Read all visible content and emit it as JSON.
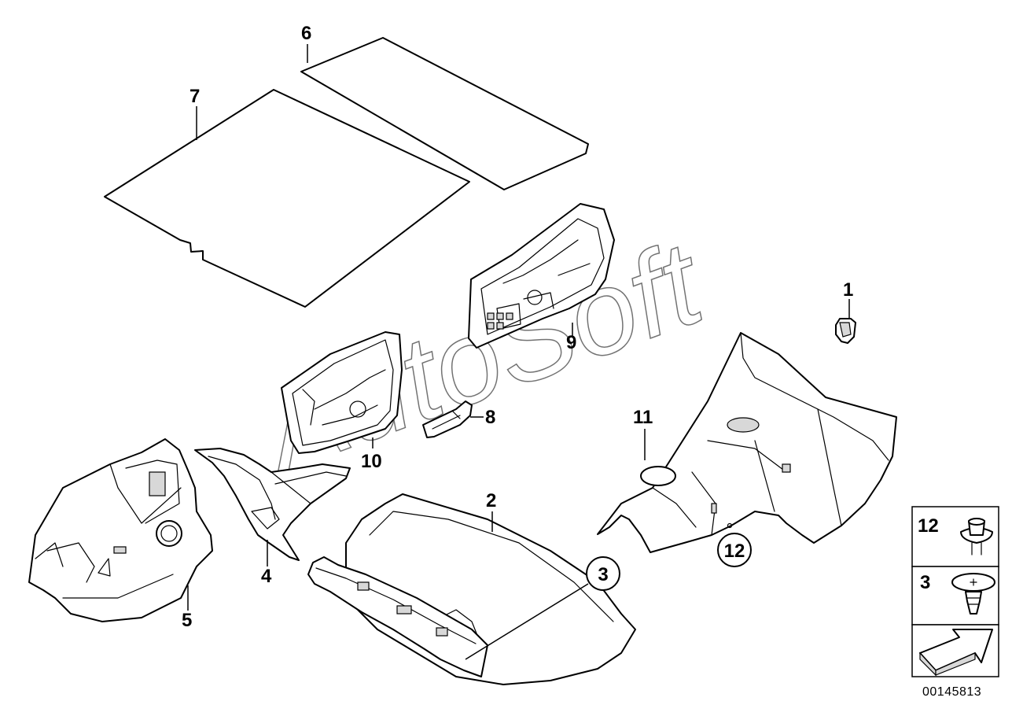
{
  "watermark": "AutoSoft",
  "callouts": {
    "c1": "1",
    "c2": "2",
    "c3": "3",
    "c4": "4",
    "c5": "5",
    "c6": "6",
    "c7": "7",
    "c8": "8",
    "c9": "9",
    "c10": "10",
    "c11": "11",
    "c12": "12"
  },
  "legend": {
    "item_top": "12",
    "item_middle": "3"
  },
  "document_id": "00145813"
}
